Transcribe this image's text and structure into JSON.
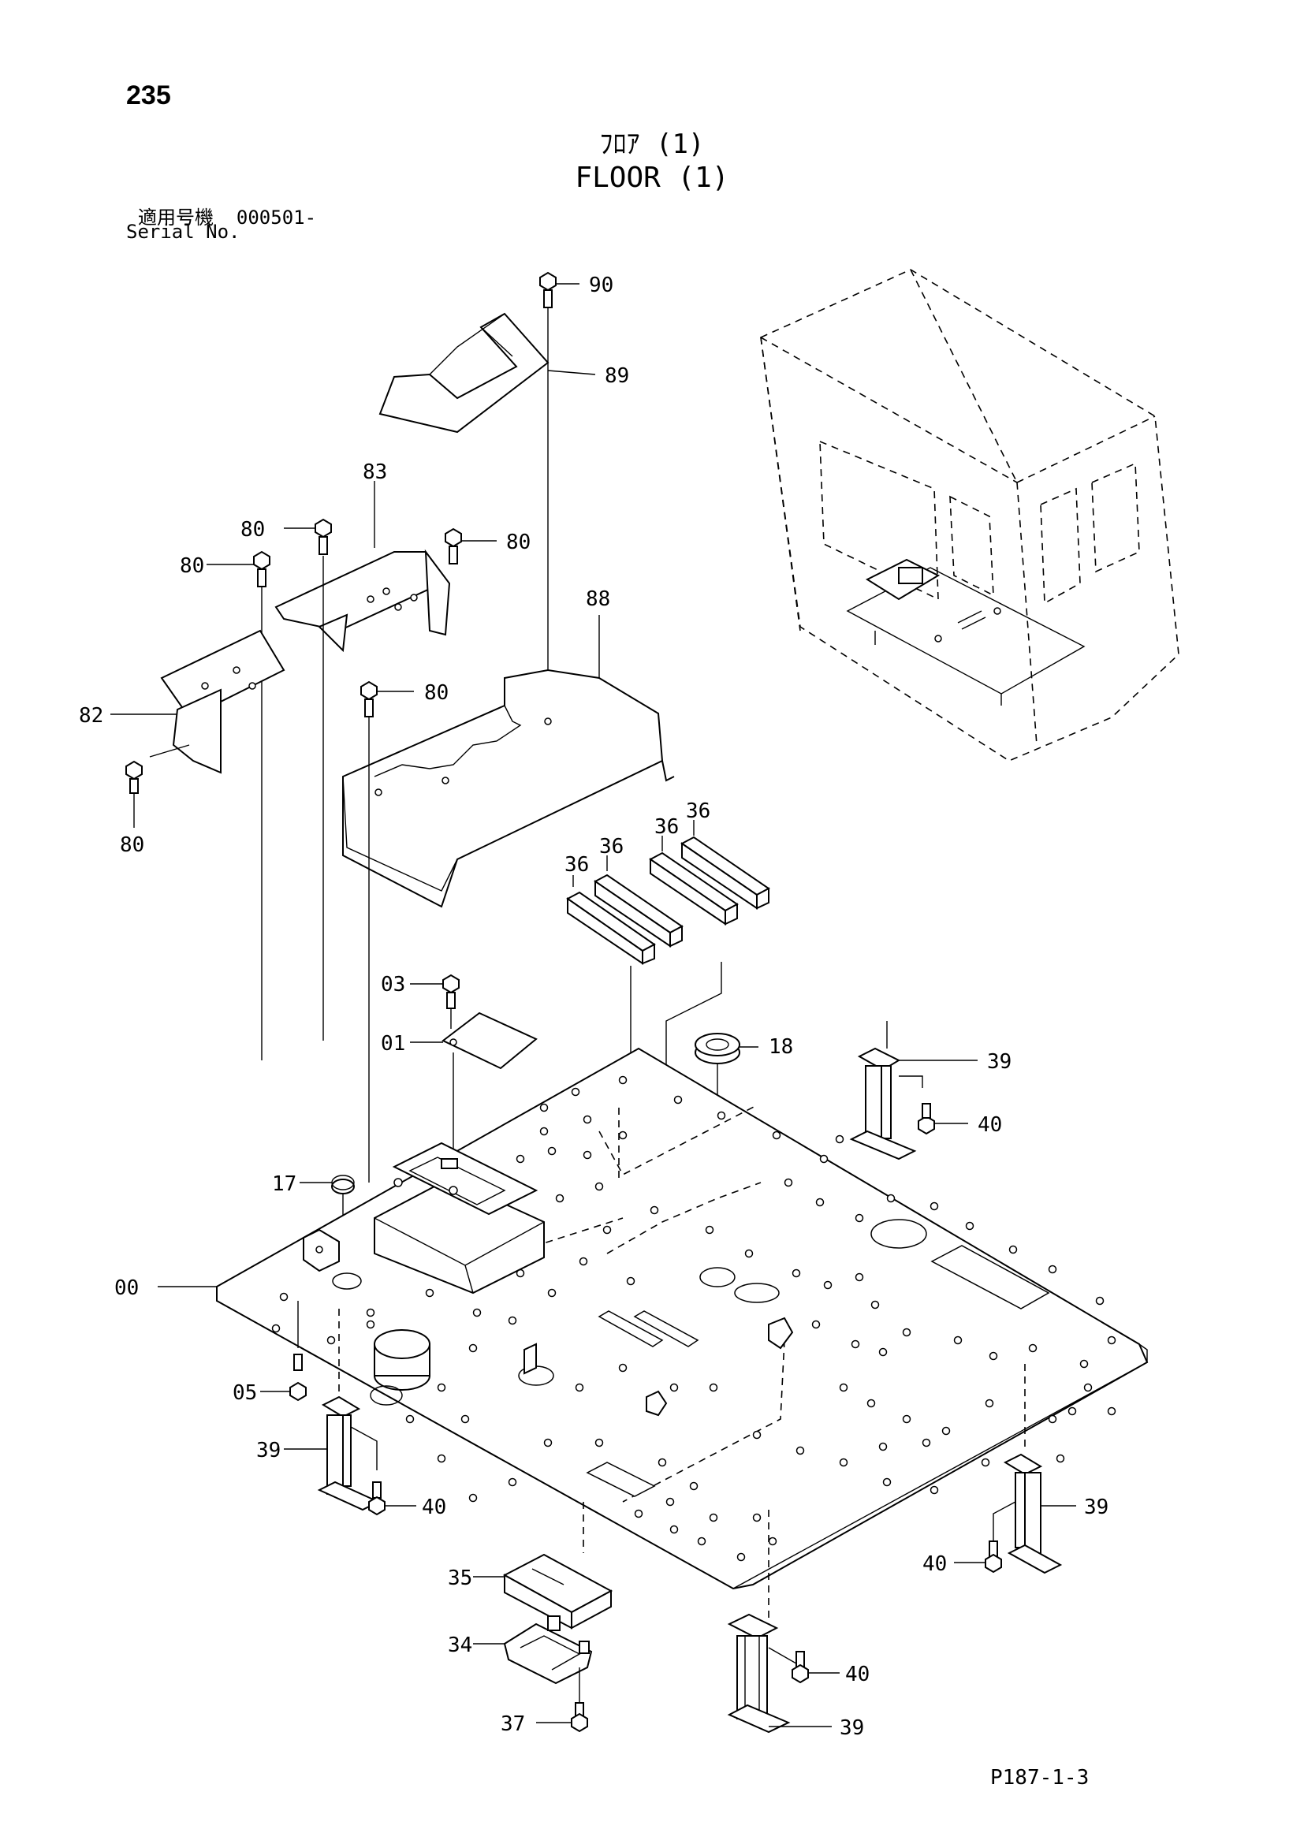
{
  "page_number": "235",
  "title_japanese": "ﾌﾛｱ (1)",
  "title_english": "FLOOR (1)",
  "serial": {
    "label_japanese": "適用号機",
    "value": "000501-",
    "label_english": "Serial No."
  },
  "page_code": "P187-1-3",
  "callouts": {
    "c00": "00",
    "c01": "01",
    "c03": "03",
    "c05": "05",
    "c17": "17",
    "c18": "18",
    "c34": "34",
    "c35": "35",
    "c37": "37",
    "c36a": "36",
    "c36b": "36",
    "c36c": "36",
    "c36d": "36",
    "c39a": "39",
    "c39b": "39",
    "c39c": "39",
    "c39d": "39",
    "c40a": "40",
    "c40b": "40",
    "c40c": "40",
    "c40d": "40",
    "c80a": "80",
    "c80b": "80",
    "c80c": "80",
    "c80d": "80",
    "c80e": "80",
    "c82": "82",
    "c83": "83",
    "c88": "88",
    "c89": "89",
    "c90": "90"
  }
}
